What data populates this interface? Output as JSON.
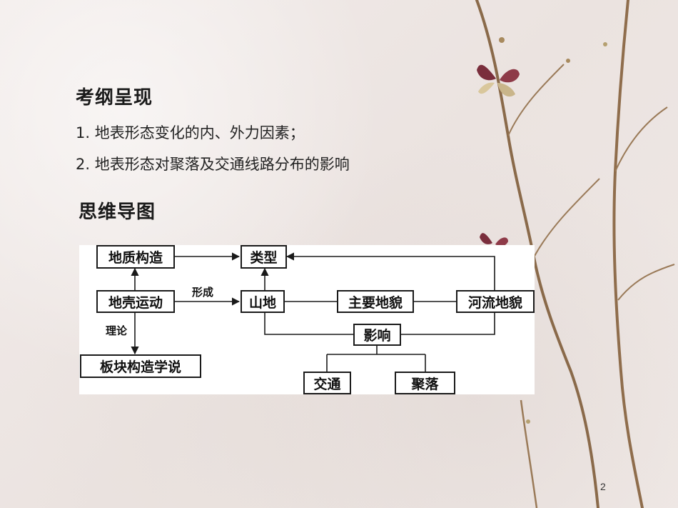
{
  "outline": {
    "title": "考纲呈现",
    "items": [
      "1. 地表形态变化的内、外力因素；",
      "2. 地表形态对聚落及交通线路分布的影响"
    ]
  },
  "mindmap": {
    "title": "思维导图",
    "nodes": {
      "geology": "地质构造",
      "types": "类型",
      "crust": "地壳运动",
      "mountain": "山地",
      "landforms": "主要地貌",
      "river": "河流地貌",
      "influence": "影响",
      "plate": "板块构造学说",
      "transport": "交通",
      "settlement": "聚落"
    },
    "labels": {
      "form": "形成",
      "theory": "理论"
    }
  },
  "page_number": "2"
}
